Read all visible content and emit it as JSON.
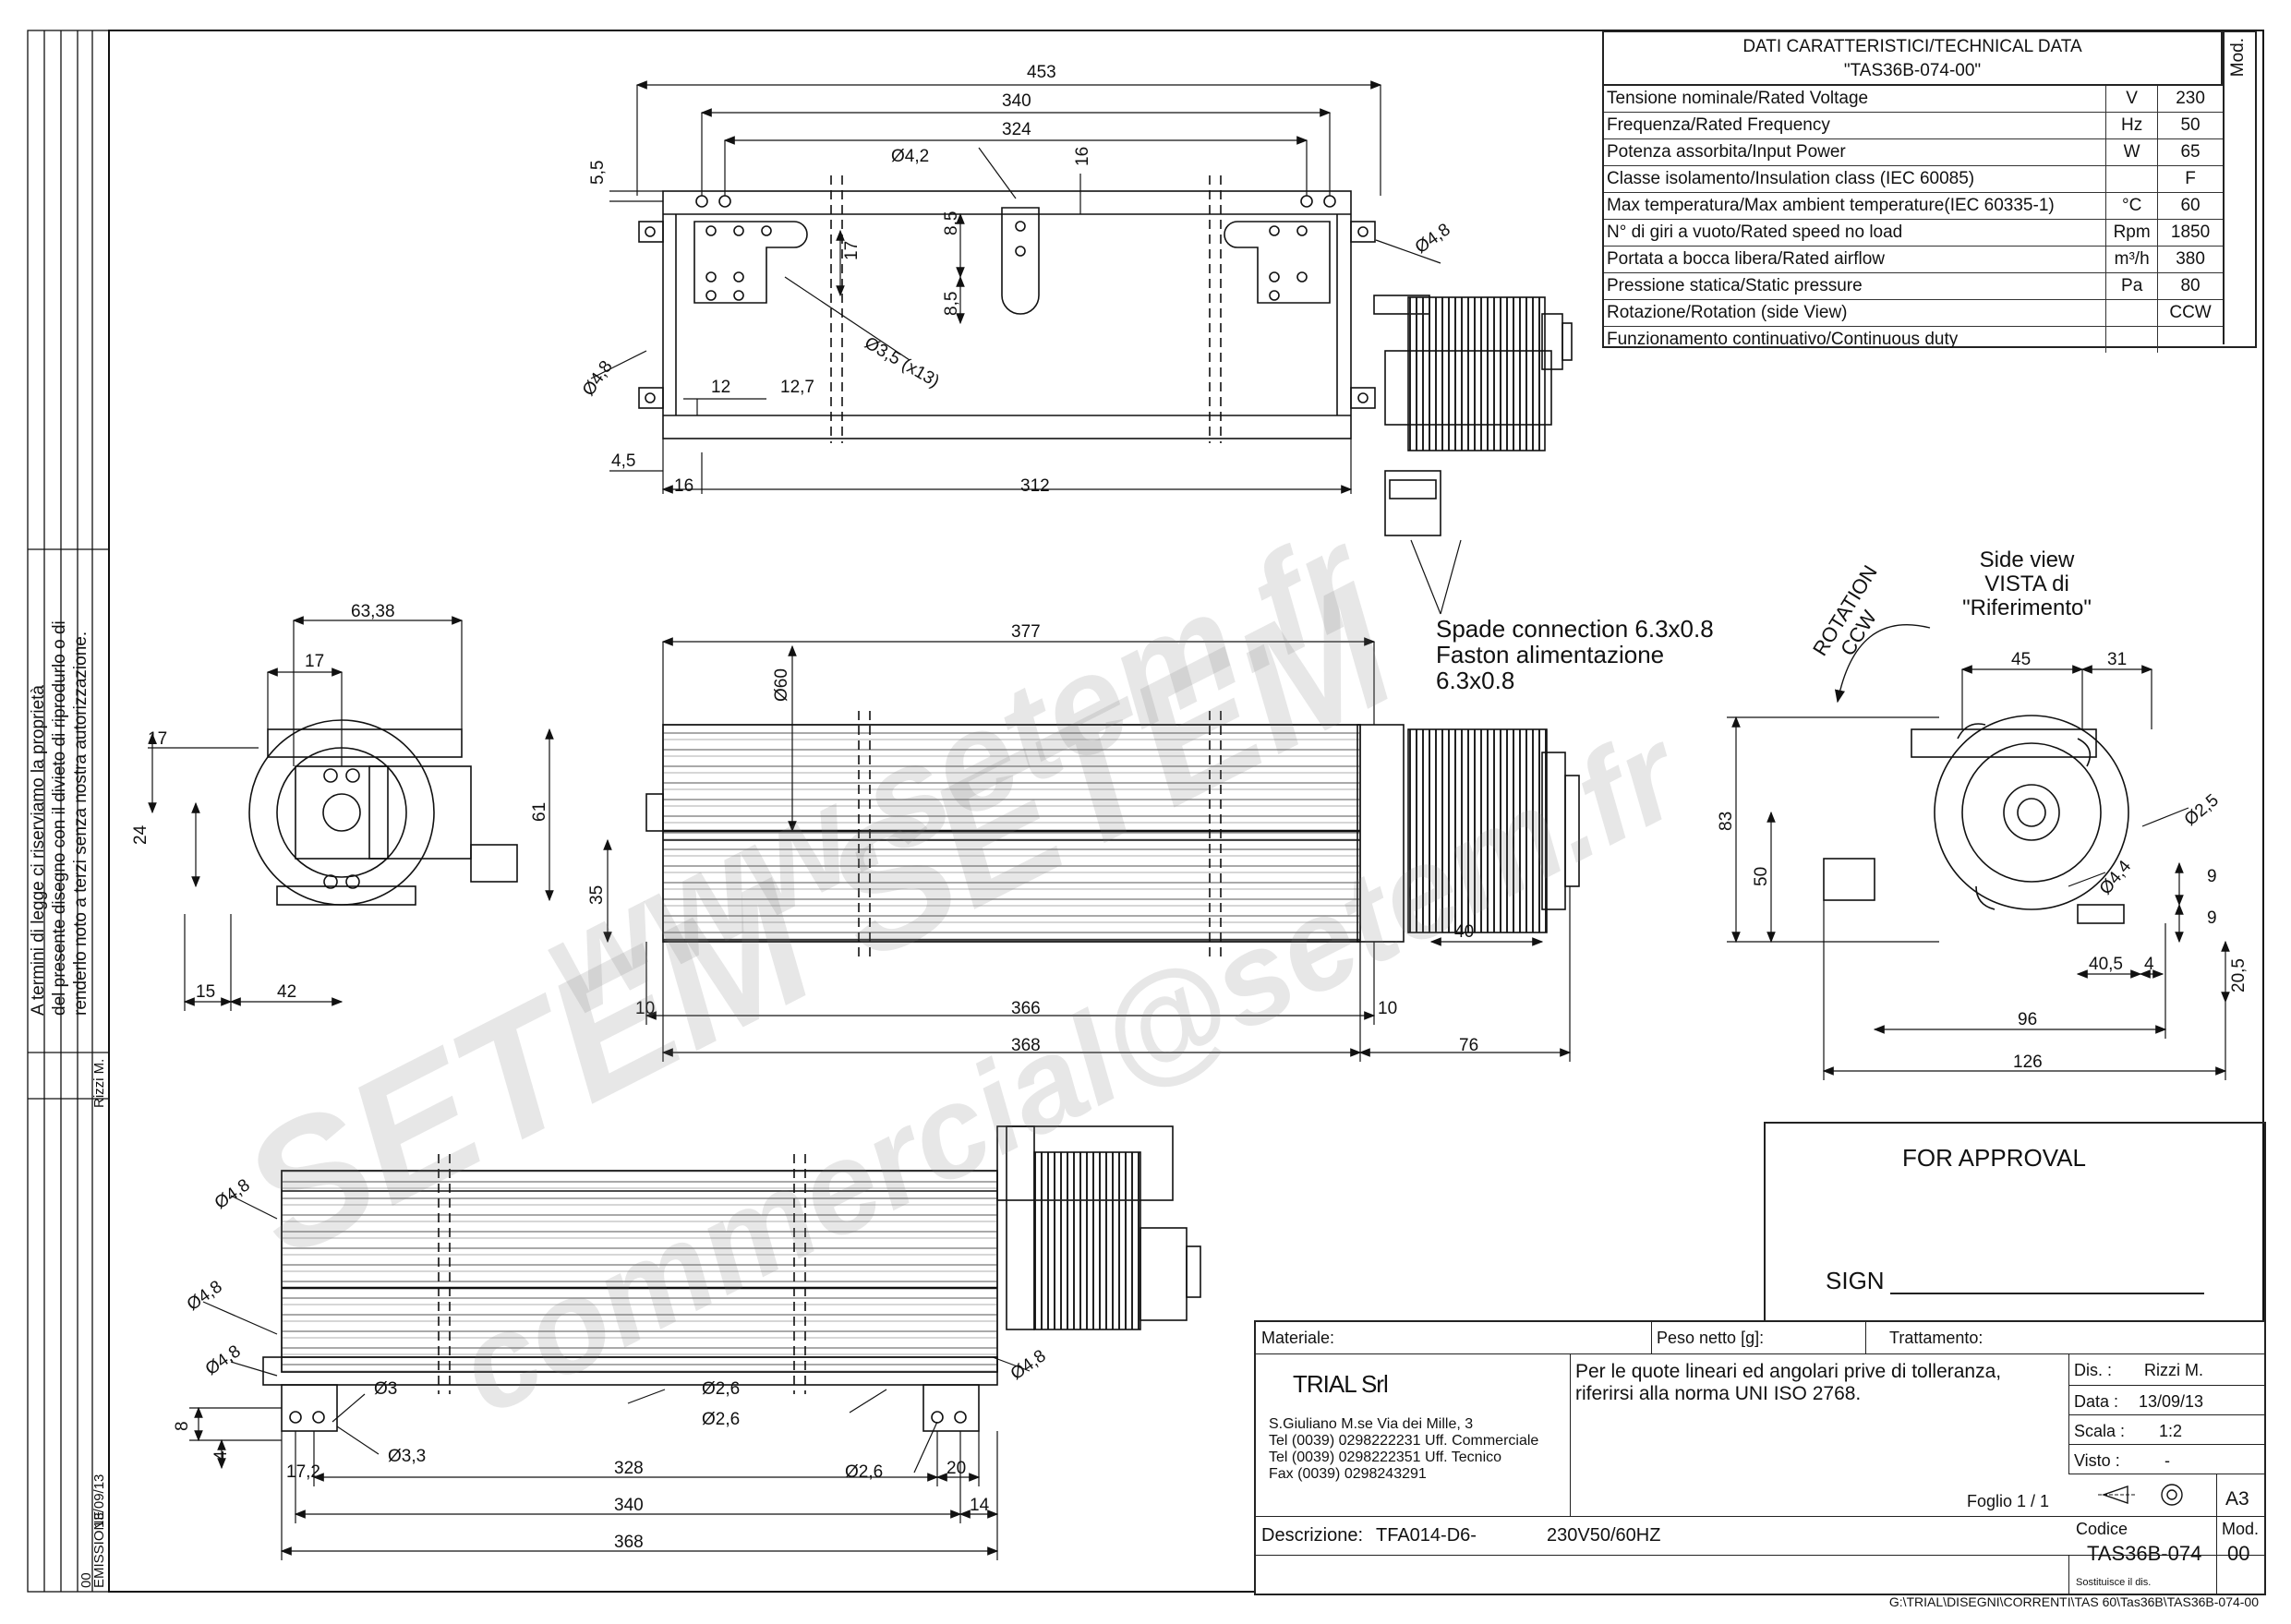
{
  "technical_data": {
    "title": "DATI CARATTERISTICI/TECHNICAL DATA",
    "model": "\"TAS36B-074-00\"",
    "mod_label": "Mod.",
    "rows": [
      {
        "label": "Tensione  nominale/Rated Voltage",
        "unit": "V",
        "value": "230"
      },
      {
        "label": "Frequenza/Rated Frequency",
        "unit": "Hz",
        "value": "50"
      },
      {
        "label": "Potenza assorbita/Input Power",
        "unit": "W",
        "value": "65"
      },
      {
        "label": "Classe isolamento/Insulation class (IEC 60085)",
        "unit": "",
        "value": "F"
      },
      {
        "label": "Max temperatura/Max ambient temperature(IEC 60335-1)",
        "unit": "°C",
        "value": "60"
      },
      {
        "label": "N° di giri a vuoto/Rated speed no load",
        "unit": "Rpm",
        "value": "1850"
      },
      {
        "label": "Portata a bocca libera/Rated airflow",
        "unit": "m³/h",
        "value": "380"
      },
      {
        "label": "Pressione statica/Static pressure",
        "unit": "Pa",
        "value": "80"
      },
      {
        "label": "Rotazione/Rotation (side View)",
        "unit": "",
        "value": "CCW"
      },
      {
        "label": "Funzionamento continuativo/Continuous duty",
        "unit": "",
        "value": ""
      }
    ]
  },
  "annotations": {
    "spade": "Spade connection 6.3x0.8",
    "faston1": "Faston alimentazione",
    "faston2": "6.3x0.8",
    "rotation": "ROTATION",
    "ccw": "CCW",
    "side1": "Side view",
    "side2": "VISTA di",
    "side3": "\"Riferimento\""
  },
  "dims_top": {
    "d453": "453",
    "d340": "340",
    "d324": "324",
    "d42": "Ø4,2",
    "d16": "16",
    "d55": "5,5",
    "d85a": "8,5",
    "d85b": "8,5",
    "d17": "17",
    "d48r": "Ø4,8",
    "d48l": "Ø4,8",
    "d35": "Ø3,5 (x13)",
    "d12": "12",
    "d127": "12,7",
    "d45": "4,5",
    "d16b": "16",
    "d312": "312"
  },
  "dims_front": {
    "d377": "377",
    "d60": "Ø60",
    "d35": "35",
    "d40": "40",
    "d10a": "10",
    "d366": "366",
    "d10b": "10",
    "d368": "368",
    "d76": "76"
  },
  "dims_left": {
    "d6338": "63,38",
    "d17a": "17",
    "d17b": "17",
    "d24": "24",
    "d61": "61",
    "d15": "15",
    "d42": "42"
  },
  "dims_side": {
    "d45": "45",
    "d31": "31",
    "d83": "83",
    "d50": "50",
    "d25": "Ø2,5",
    "d44": "Ø4,4",
    "d9a": "9",
    "d9b": "9",
    "d405": "40,5",
    "d4": "4",
    "d205": "20,5",
    "d96": "96",
    "d126": "126"
  },
  "dims_bottom": {
    "d48a": "Ø4,8",
    "d48b": "Ø4,8",
    "d48c": "Ø4,8",
    "d48d": "Ø4,8",
    "d3": "Ø3",
    "d26a": "Ø2,6",
    "d26b": "Ø2,6",
    "d26c": "Ø2,6",
    "d33": "Ø3,3",
    "d8": "8",
    "d4": "4",
    "d172": "17,2",
    "d328": "328",
    "d20": "20",
    "d340": "340",
    "d14": "14",
    "d368": "368"
  },
  "legal": {
    "line1": "A termini di legge ci riserviamo la proprietà",
    "line2": "del presente disegno con il divieto di riprodurlo o di",
    "line3": "renderlo noto a terzi  senza nostra autorizzazione.",
    "author": "Rizzi M.",
    "emission": "EMISSIONE",
    "rev": "00",
    "rev_date": "13/09/13"
  },
  "approval": {
    "title": "FOR APPROVAL",
    "sign": "SIGN"
  },
  "title_block": {
    "materiale": "Materiale:",
    "peso": "Peso netto [g]:",
    "trattamento": "Trattamento:",
    "company": "TRIAL Srl",
    "addr1": "S.Giuliano M.se Via dei Mille, 3",
    "addr2": "Tel  (0039) 0298222231 Uff. Commerciale",
    "addr3": "Tel  (0039) 0298222351 Uff. Tecnico",
    "addr4": "Fax (0039) 0298243291",
    "tolerance1": "Per le quote lineari ed angolari prive di tolleranza,",
    "tolerance2": "riferirsi alla norma UNI ISO 2768.",
    "dis_label": "Dis. :",
    "dis_value": "Rizzi M.",
    "data_label": "Data :",
    "data_value": "13/09/13",
    "scala_label": "Scala :",
    "scala_value": "1:2",
    "visto_label": "Visto :",
    "visto_value": "-",
    "foglio": "Foglio 1 / 1",
    "format": "A3",
    "descr_label": "Descrizione:",
    "descr_value": "TFA014-D6-",
    "descr_value2": "230V50/60HZ",
    "codice_label": "Codice",
    "codice_value": "TAS36B-074",
    "mod_label": "Mod.",
    "mod_value": "00",
    "sostituisce": "Sostituisce il dis."
  },
  "file_path": "G:\\TRIAL\\DISEGNI\\CORRENTI\\TAS 60\\Tas36B\\TAS36B-074-00",
  "watermarks": {
    "w1": "www.setem.fr",
    "w2": "SETEM SETEM",
    "w3": "commercial@setem.fr"
  }
}
